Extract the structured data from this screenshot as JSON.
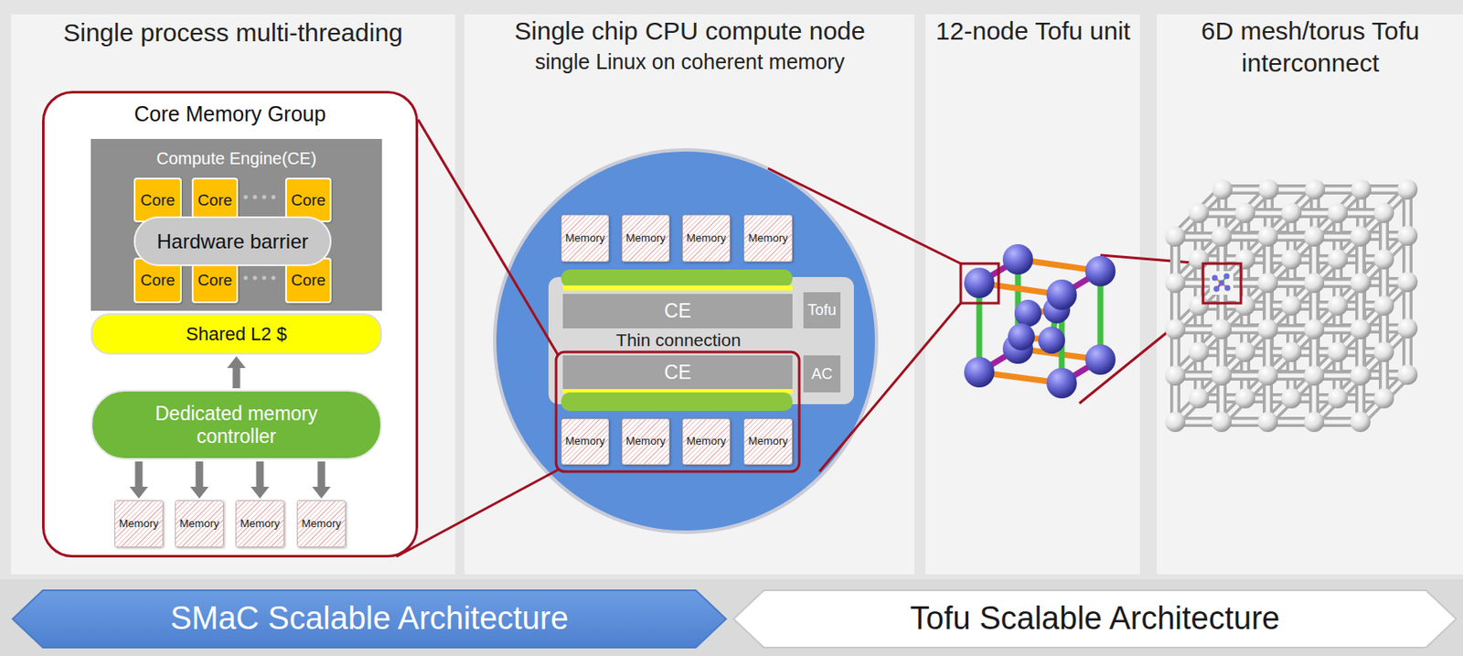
{
  "diagram": {
    "nodes": [
      {
        "text": [
          "Core Memory Group"
        ]
      },
      {
        "text": [
          "Compute Engine(CE)"
        ],
        "in": 0
      },
      {
        "text": [
          "Core"
        ],
        "in": 1
      },
      {
        "text": [
          "Core"
        ],
        "in": 1
      },
      {
        "text": [
          "Core"
        ],
        "in": 1
      },
      {
        "text": [
          "Hardware barrier"
        ],
        "in": 1
      },
      {
        "text": [
          "Core"
        ],
        "in": 1
      },
      {
        "text": [
          "Core"
        ],
        "in": 1
      },
      {
        "text": [
          "Core"
        ],
        "in": 1
      },
      {
        "text": [
          "Shared L2 $"
        ],
        "in": 0
      },
      {
        "text": [
          "Dedicated memory controller"
        ],
        "in": 0
      },
      {
        "text": [
          "Memory"
        ],
        "in": 0
      },
      {
        "text": [
          "Memory"
        ],
        "in": 0
      },
      {
        "text": [
          "Memory"
        ],
        "in": 0
      },
      {
        "text": [
          "Memory"
        ],
        "in": 0
      },
      {
        "text": [
          "Memory"
        ]
      },
      {
        "text": [
          "Memory"
        ]
      },
      {
        "text": [
          "Memory"
        ]
      },
      {
        "text": [
          "Memory"
        ]
      },
      {
        "text": [
          "Thin connection"
        ]
      },
      {
        "text": [
          "CE"
        ],
        "in": 19
      },
      {
        "text": [
          "Tofu"
        ],
        "in": 19
      },
      {
        "text": [
          "CE"
        ],
        "in": 19
      },
      {
        "text": [
          "AC"
        ],
        "in": 19
      },
      {
        "text": [
          "Memory"
        ]
      },
      {
        "text": [
          "Memory"
        ]
      },
      {
        "text": [
          "Memory"
        ]
      },
      {
        "text": [
          "Memory"
        ]
      },
      {
        "text": [
          "SMaC Scalable Architecture"
        ]
      },
      {
        "text": [
          "Tofu Scalable Architecture"
        ]
      }
    ],
    "edges": [
      {
        "from": 10,
        "to": 9,
        "arrow": "to"
      },
      {
        "from": 10,
        "to": 11,
        "arrow": "to"
      },
      {
        "from": 10,
        "to": 12,
        "arrow": "to"
      },
      {
        "from": 10,
        "to": 13,
        "arrow": "to"
      },
      {
        "from": 10,
        "to": 14,
        "arrow": "to"
      }
    ],
    "labels": [
      "Single process multi-threading",
      "Single chip CPU compute node",
      "single Linux on coherent memory",
      "12-node Tofu unit",
      "6D mesh/torus Tofu interconnect"
    ]
  }
}
